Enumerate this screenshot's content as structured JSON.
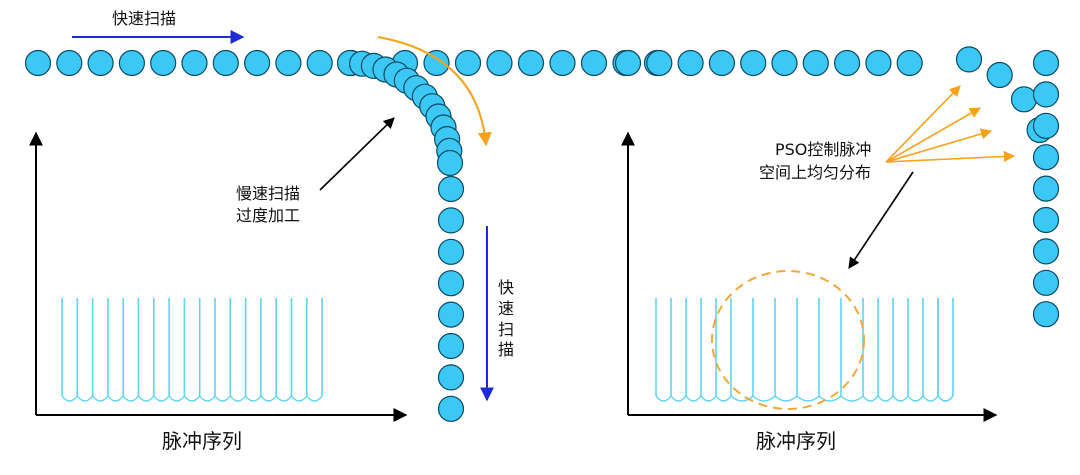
{
  "colors": {
    "dot_fill": "#3cc8f4",
    "dot_stroke": "#0b4a63",
    "fast_arrow": "#1f2bd6",
    "slow_arrow": "#f7a21b",
    "pulse": "#5fd4ee",
    "axis": "#000000",
    "pso_circle": "#f2a83a"
  },
  "left_panel": {
    "top_label": "快速扫描",
    "side_label": "快速扫描",
    "slow_label_line1": "慢速扫描",
    "slow_label_line2": "过度加工",
    "axis_label": "脉冲序列"
  },
  "right_panel": {
    "pso_label_line1": "PSO控制脉冲",
    "pso_label_line2": "空间上均匀分布",
    "axis_label": "脉冲序列"
  }
}
